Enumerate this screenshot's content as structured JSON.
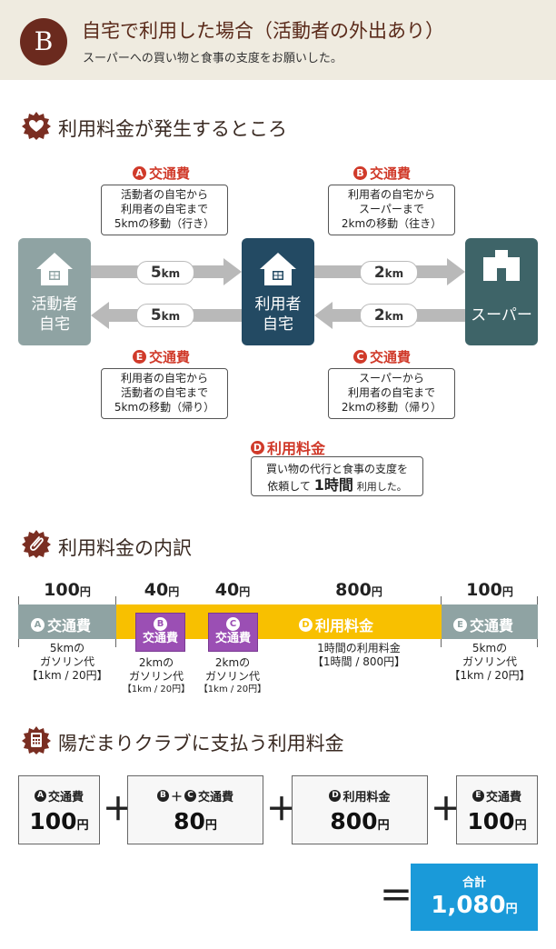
{
  "header": {
    "badge": "B",
    "title": "自宅で利用した場合（活動者の外出あり）",
    "subtitle": "スーパーへの買い物と食事の支度をお願いした。"
  },
  "section1": {
    "title": "利用料金が発生するところ",
    "fees": {
      "a": {
        "letter": "A",
        "label": "交通費",
        "note": [
          "活動者の自宅から",
          "利用者の自宅まで",
          "5kmの移動（行き）"
        ]
      },
      "b": {
        "letter": "B",
        "label": "交通費",
        "note": [
          "利用者の自宅から",
          "スーパーまで",
          "2kmの移動（往き）"
        ]
      },
      "e": {
        "letter": "E",
        "label": "交通費",
        "note": [
          "利用者の自宅から",
          "活動者の自宅まで",
          "5kmの移動（帰り）"
        ]
      },
      "c": {
        "letter": "C",
        "label": "交通費",
        "note": [
          "スーパーから",
          "利用者の自宅まで",
          "2kmの移動（帰り）"
        ]
      },
      "d": {
        "letter": "D",
        "label": "利用料金",
        "note_pre": "買い物の代行と食事の支度を",
        "note_mid": "依頼して",
        "note_big": "1時間",
        "note_post": "利用した。"
      }
    },
    "places": {
      "left": {
        "line1": "活動者",
        "line2": "自宅",
        "color": "#8fa3a3"
      },
      "center": {
        "line1": "利用者",
        "line2": "自宅",
        "color": "#234a63"
      },
      "right": {
        "line1": "スーパー",
        "color": "#3e6468"
      }
    },
    "distances": {
      "left_top": {
        "num": "5",
        "unit": "km"
      },
      "left_bottom": {
        "num": "5",
        "unit": "km"
      },
      "right_top": {
        "num": "2",
        "unit": "km"
      },
      "right_bottom": {
        "num": "2",
        "unit": "km"
      }
    }
  },
  "section2": {
    "title": "利用料金の内訳",
    "items": [
      {
        "price": "100",
        "unit": "円",
        "letter": "A",
        "label": "交通費",
        "desc": [
          "5kmの",
          "ガソリン代",
          "【1km / 20円】"
        ]
      },
      {
        "price": "40",
        "unit": "円",
        "letter": "B",
        "label": "交通費",
        "desc": [
          "2kmの",
          "ガソリン代",
          "【1km / 20円】"
        ]
      },
      {
        "price": "40",
        "unit": "円",
        "letter": "C",
        "label": "交通費",
        "desc": [
          "2kmの",
          "ガソリン代",
          "【1km / 20円】"
        ]
      },
      {
        "price": "800",
        "unit": "円",
        "letter": "D",
        "label": "利用料金",
        "desc": [
          "1時間の利用料金",
          "【1時間 / 800円】"
        ]
      },
      {
        "price": "100",
        "unit": "円",
        "letter": "E",
        "label": "交通費",
        "desc": [
          "5kmの",
          "ガソリン代",
          "【1km / 20円】"
        ]
      }
    ],
    "colors": {
      "gray": "#8fa3a3",
      "yellow": "#f8c000",
      "purple": "#9b4fb4"
    }
  },
  "section3": {
    "title": "陽だまりクラブに支払う利用料金",
    "boxes": [
      {
        "letters": [
          "A"
        ],
        "label": "交通費",
        "value": "100",
        "unit": "円"
      },
      {
        "letters": [
          "B",
          "C"
        ],
        "join": "＋",
        "label": "交通費",
        "value": "80",
        "unit": "円"
      },
      {
        "letters": [
          "D"
        ],
        "label": "利用料金",
        "value": "800",
        "unit": "円"
      },
      {
        "letters": [
          "E"
        ],
        "label": "交通費",
        "value": "100",
        "unit": "円"
      }
    ],
    "plus": "＋",
    "equals": "＝",
    "total": {
      "label": "合計",
      "value": "1,080",
      "unit": "円",
      "color": "#1a9ad9"
    }
  }
}
